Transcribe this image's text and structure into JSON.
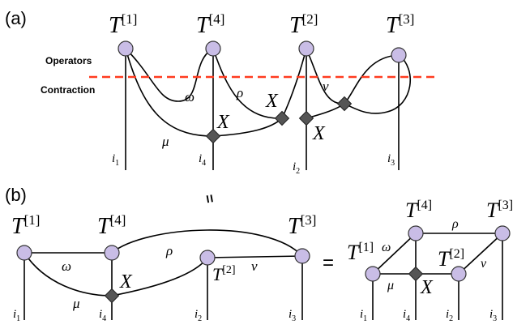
{
  "panel_a": {
    "panel_label": "(a)",
    "operators_label": "Operators",
    "contraction_label": "Contraction",
    "colors": {
      "node_fill": "#c9bde6",
      "cut_line": "#ff3b1f",
      "diamond": "#555555"
    },
    "tensors": [
      {
        "base": "T",
        "sup": "[1]"
      },
      {
        "base": "T",
        "sup": "[4]"
      },
      {
        "base": "T",
        "sup": "[2]"
      },
      {
        "base": "T",
        "sup": "[3]"
      }
    ],
    "greek": {
      "omega": "ω",
      "rho": "ρ",
      "nu": "ν",
      "mu": "μ"
    },
    "x_labels": [
      "X",
      "X",
      "X"
    ],
    "indices": [
      {
        "base": "i",
        "sub": "1"
      },
      {
        "base": "i",
        "sub": "4"
      },
      {
        "base": "i",
        "sub": "2"
      },
      {
        "base": "i",
        "sub": "3"
      }
    ]
  },
  "panel_b": {
    "panel_label": "(b)",
    "equals_top": "=",
    "equals": "=",
    "tensors": [
      {
        "base": "T",
        "sup": "[1]"
      },
      {
        "base": "T",
        "sup": "[4]"
      },
      {
        "base": "T",
        "sup": "[2]"
      },
      {
        "base": "T",
        "sup": "[3]"
      }
    ],
    "greek": {
      "omega": "ω",
      "rho": "ρ",
      "nu": "ν",
      "mu": "μ"
    },
    "x_label": "X",
    "indices": [
      {
        "base": "i",
        "sub": "1"
      },
      {
        "base": "i",
        "sub": "4"
      },
      {
        "base": "i",
        "sub": "2"
      },
      {
        "base": "i",
        "sub": "3"
      }
    ],
    "right_tensors": [
      {
        "base": "T",
        "sup": "[1]"
      },
      {
        "base": "T",
        "sup": "[4]"
      },
      {
        "base": "T",
        "sup": "[2]"
      },
      {
        "base": "T",
        "sup": "[3]"
      }
    ],
    "right_greek": {
      "omega": "ω",
      "rho": "ρ",
      "nu": "ν",
      "mu": "μ"
    },
    "right_x_label": "X",
    "right_indices": [
      {
        "base": "i",
        "sub": "1"
      },
      {
        "base": "i",
        "sub": "4"
      },
      {
        "base": "i",
        "sub": "2"
      },
      {
        "base": "i",
        "sub": "3"
      }
    ]
  }
}
